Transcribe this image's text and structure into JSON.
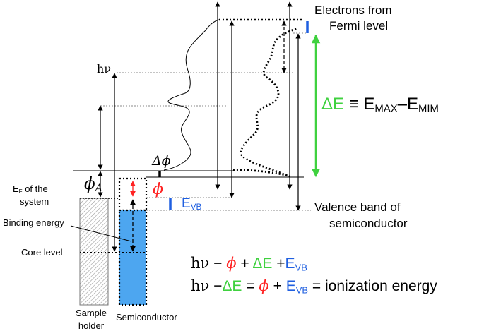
{
  "labels": {
    "electrons_line1": "Electrons from",
    "electrons_line2": "Fermi level",
    "hv": "hν",
    "delta_phi": "Δϕ",
    "phi_a": "ϕ",
    "phi_a_sub": "A",
    "phi": "ϕ",
    "ef_line1_pre": "E",
    "ef_line1_sub": "F",
    "ef_line1_post": " of the",
    "ef_line2": "system",
    "binding_energy": "Binding energy",
    "core_level": "Core level",
    "evb_main": "E",
    "evb_sub": "VB",
    "valence_line1": "Valence band of",
    "valence_line2": "semiconductor",
    "sample_line1": "Sample",
    "sample_line2": "holder",
    "semiconductor": "Semiconductor",
    "delta_e_def": {
      "delta_e": "ΔE",
      "equiv": "≡",
      "e1": "E",
      "e1_sub": "MAX",
      "dash": "–",
      "e2": "E",
      "e2_sub": "MIM"
    },
    "eq1": {
      "hnu": "hν",
      "minus": "−",
      "phi": "ϕ",
      "plus1": "+",
      "delta_e": "ΔE",
      "plus2": "+",
      "e": "E",
      "e_sub": "VB"
    },
    "eq2": {
      "hnu": "hν",
      "minus": "−",
      "delta_e": "ΔE",
      "equals": "=",
      "phi": "ϕ",
      "plus": "+",
      "e": "E",
      "e_sub": "VB",
      "tail": "= ionization energy"
    }
  },
  "colors": {
    "green": "#3fd13f",
    "red": "#ff2222",
    "blue": "#1f5fe0",
    "semiconductor_fill": "#4da6f0",
    "hatch": "#9a9a9a"
  }
}
